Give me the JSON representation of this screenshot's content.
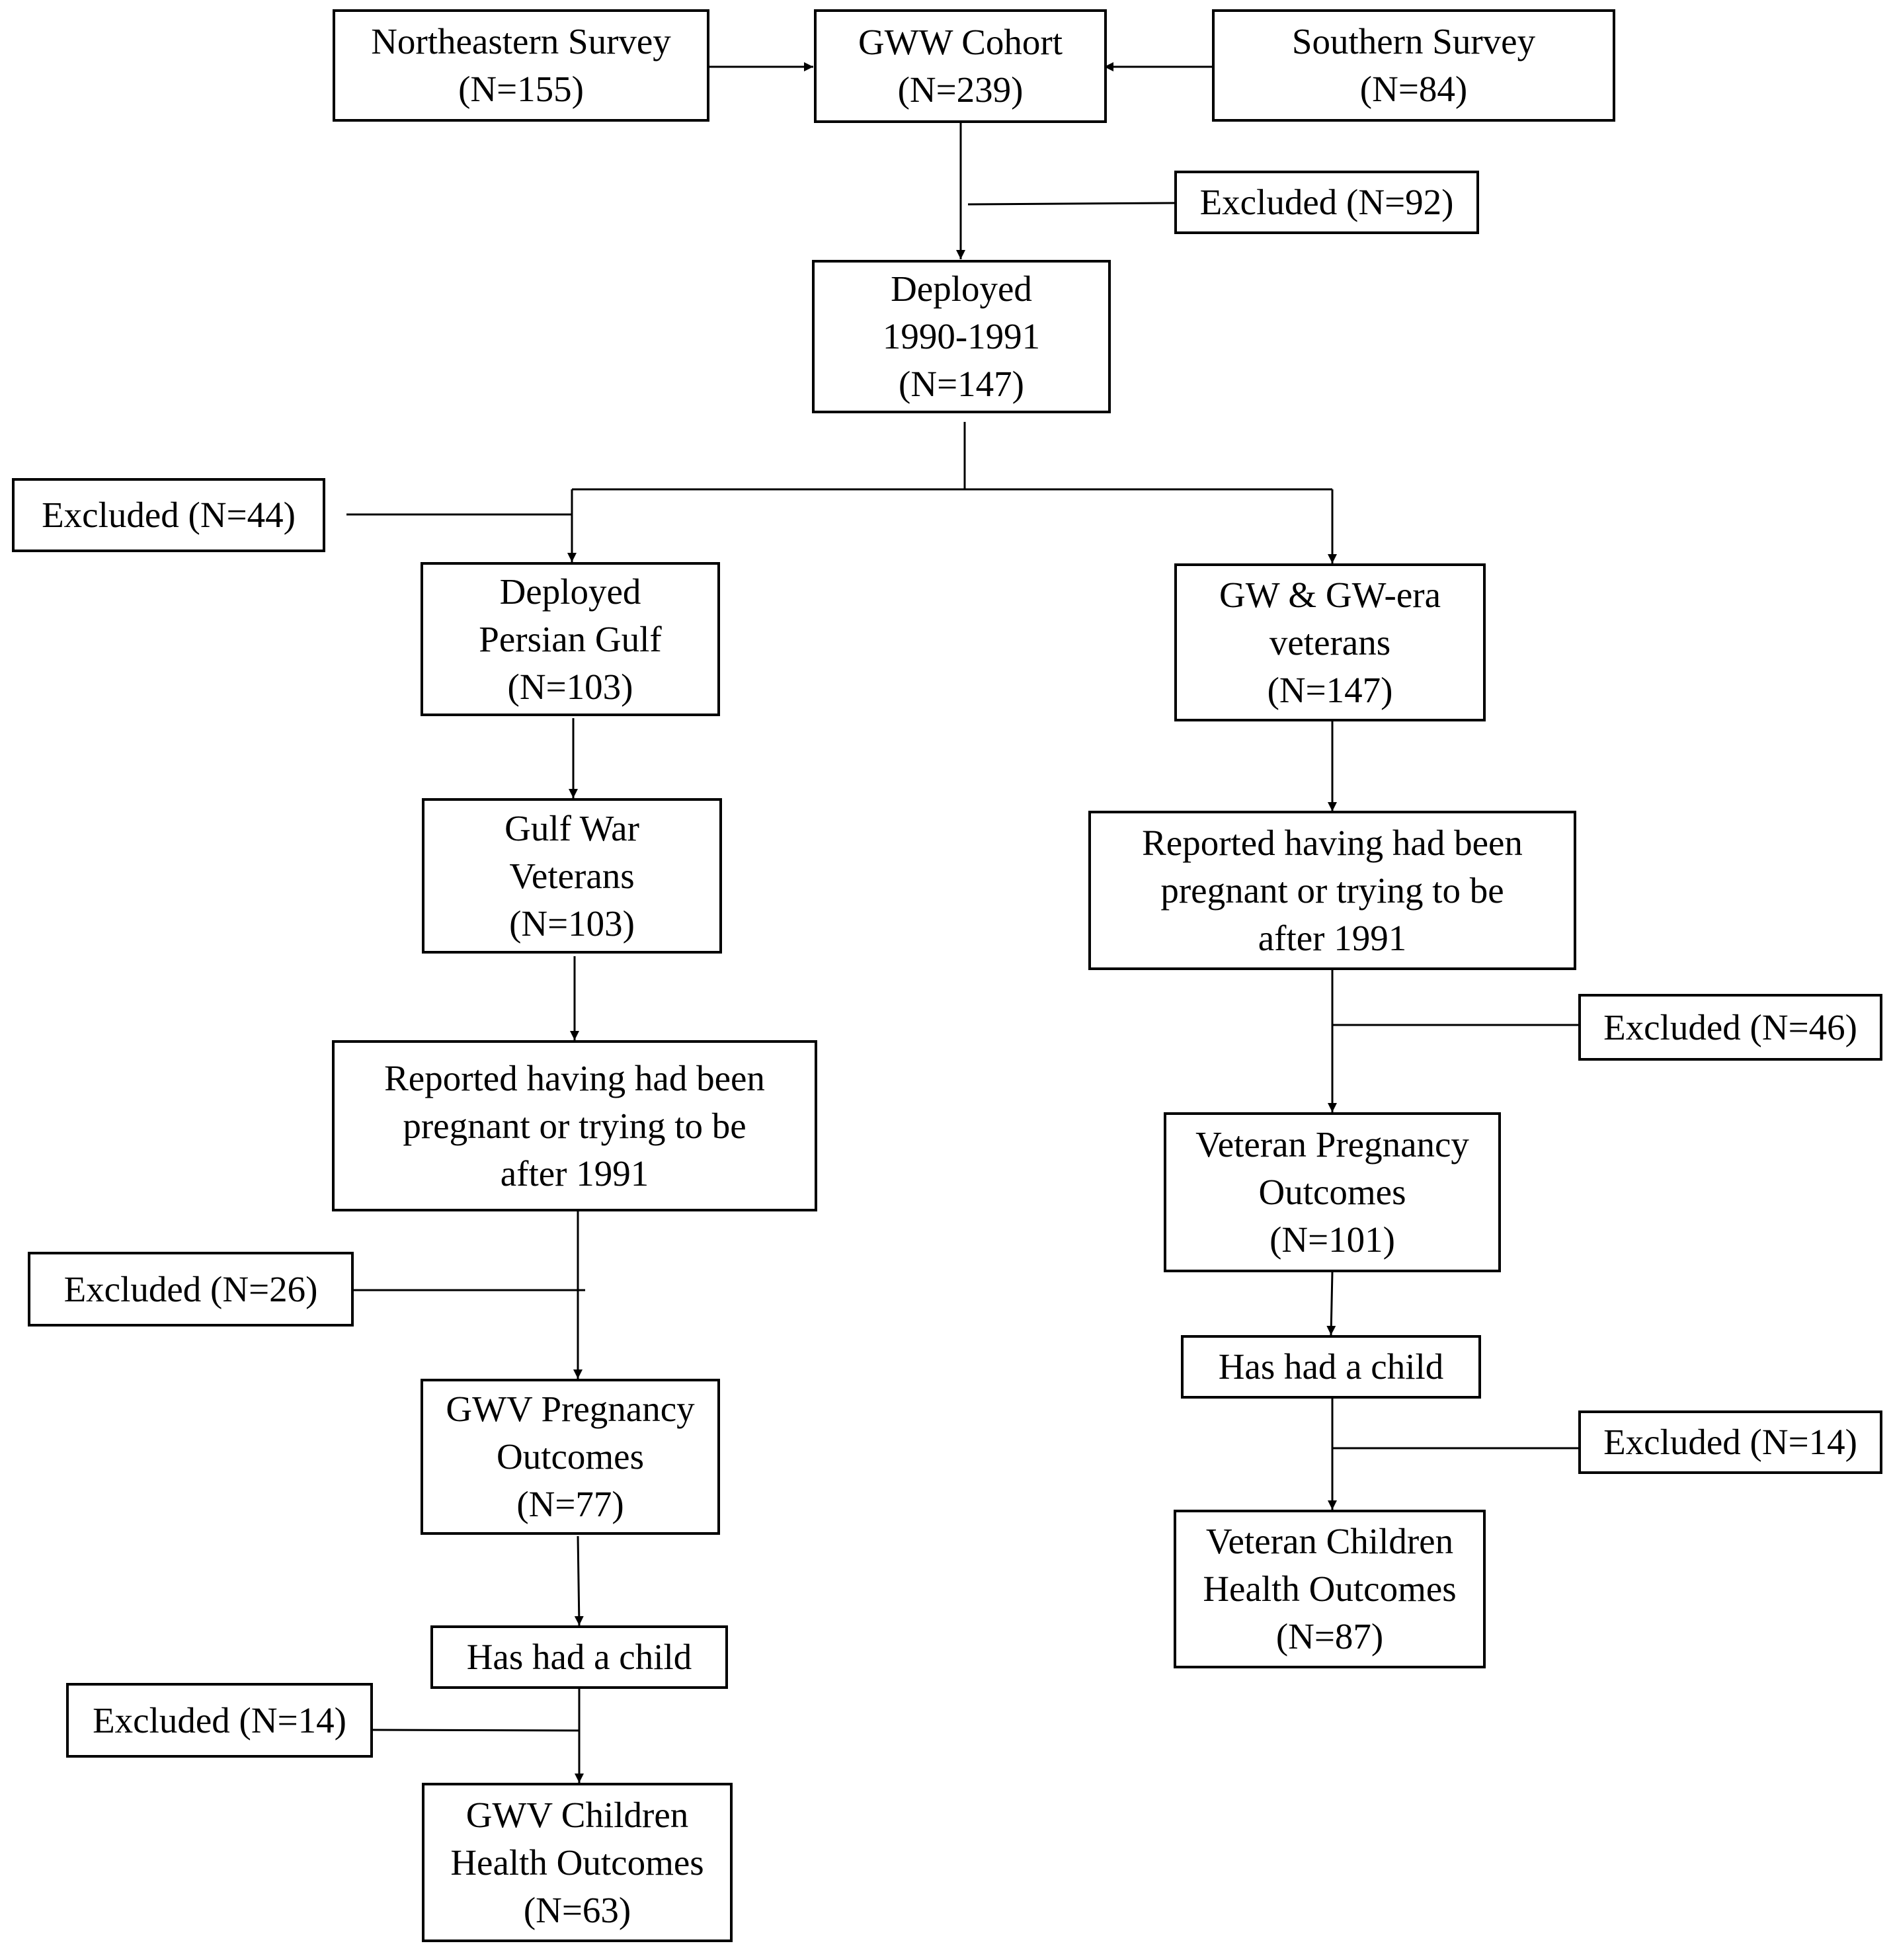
{
  "nodes": {
    "northeastern_survey": "Northeastern Survey\n(N=155)",
    "gww_cohort": "GWW Cohort\n(N=239)",
    "southern_survey": "Southern Survey\n(N=84)",
    "excluded_92": "Excluded (N=92)",
    "deployed_1990_1991": "Deployed\n1990-1991\n(N=147)",
    "excluded_44": "Excluded (N=44)",
    "deployed_persian_gulf": "Deployed\nPersian Gulf\n(N=103)",
    "gw_era_veterans": "GW & GW-era\nveterans\n(N=147)",
    "gulf_war_veterans": "Gulf War\nVeterans\n(N=103)",
    "reported_pregnant_right": "Reported having had been\npregnant or trying to be\nafter 1991",
    "excluded_46": "Excluded (N=46)",
    "reported_pregnant_left": "Reported having had been\npregnant or trying to be\nafter 1991",
    "veteran_pregnancy_outcomes": "Veteran Pregnancy\nOutcomes\n(N=101)",
    "excluded_26": "Excluded (N=26)",
    "has_had_child_right": "Has had a child",
    "excluded_14_right": "Excluded (N=14)",
    "gwv_pregnancy_outcomes": "GWV Pregnancy\nOutcomes\n(N=77)",
    "veteran_children_health": "Veteran Children\nHealth Outcomes\n(N=87)",
    "has_had_child_left": "Has had a child",
    "excluded_14_left": "Excluded (N=14)",
    "gwv_children_health": "GWV Children\nHealth Outcomes\n(N=63)"
  }
}
